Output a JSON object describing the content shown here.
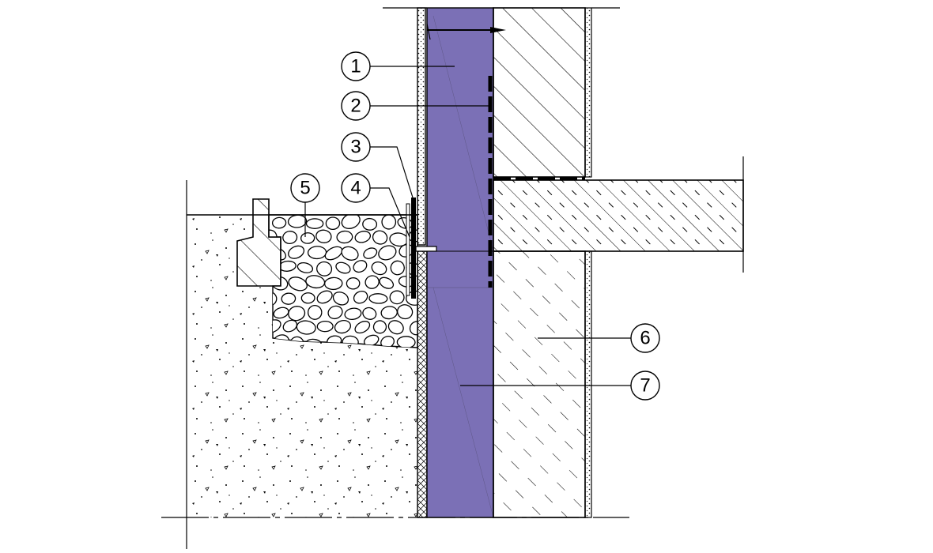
{
  "colors": {
    "insulation": "#7b70b6",
    "line": "#000000",
    "background": "#ffffff"
  },
  "callouts": [
    {
      "id": "1",
      "label": "1"
    },
    {
      "id": "2",
      "label": "2"
    },
    {
      "id": "3",
      "label": "3"
    },
    {
      "id": "4",
      "label": "4"
    },
    {
      "id": "5",
      "label": "5"
    },
    {
      "id": "6",
      "label": "6"
    },
    {
      "id": "7",
      "label": "7"
    }
  ]
}
